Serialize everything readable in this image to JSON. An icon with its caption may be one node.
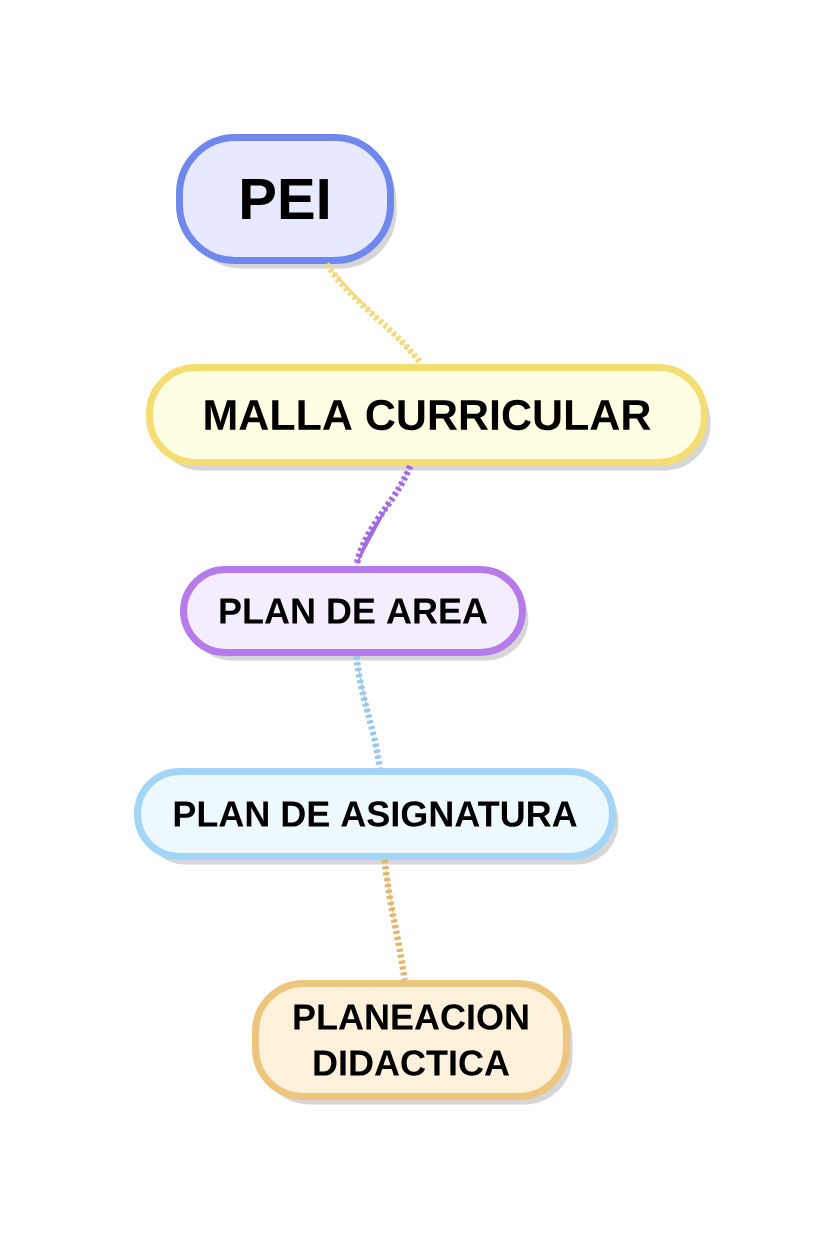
{
  "diagram": {
    "nodes": [
      {
        "text": [
          "PEI"
        ]
      },
      {
        "text": [
          "MALLA CURRICULAR"
        ]
      },
      {
        "text": [
          "PLAN DE AREA"
        ]
      },
      {
        "text": [
          "PLAN DE ASIGNATURA"
        ]
      },
      {
        "text": [
          "PLANEACION DIDACTICA"
        ]
      }
    ],
    "edges": [
      {
        "from": 0,
        "to": 1,
        "arrow": "none",
        "color": "#f1d97e"
      },
      {
        "from": 1,
        "to": 2,
        "arrow": "none",
        "color": "#a46be0"
      },
      {
        "from": 2,
        "to": 3,
        "arrow": "none",
        "color": "#98c9ea"
      },
      {
        "from": 3,
        "to": 4,
        "arrow": "none",
        "color": "#e0b66c"
      }
    ]
  }
}
